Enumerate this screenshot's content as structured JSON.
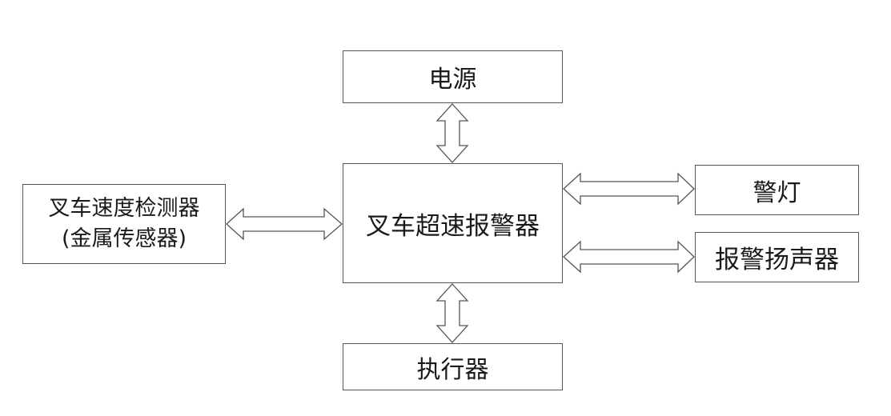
{
  "nodes": {
    "power": "电源",
    "controller": "叉车超速报警器",
    "sensor_line1": "叉车速度检测器",
    "sensor_line2": "(金属传感器)",
    "lamp": "警灯",
    "speaker": "报警扬声器",
    "actuator": "执行器"
  },
  "connections": [
    {
      "from": "power",
      "to": "controller",
      "direction": "bidirectional"
    },
    {
      "from": "sensor",
      "to": "controller",
      "direction": "bidirectional"
    },
    {
      "from": "controller",
      "to": "lamp",
      "direction": "bidirectional"
    },
    {
      "from": "controller",
      "to": "speaker",
      "direction": "bidirectional"
    },
    {
      "from": "controller",
      "to": "actuator",
      "direction": "bidirectional"
    }
  ]
}
